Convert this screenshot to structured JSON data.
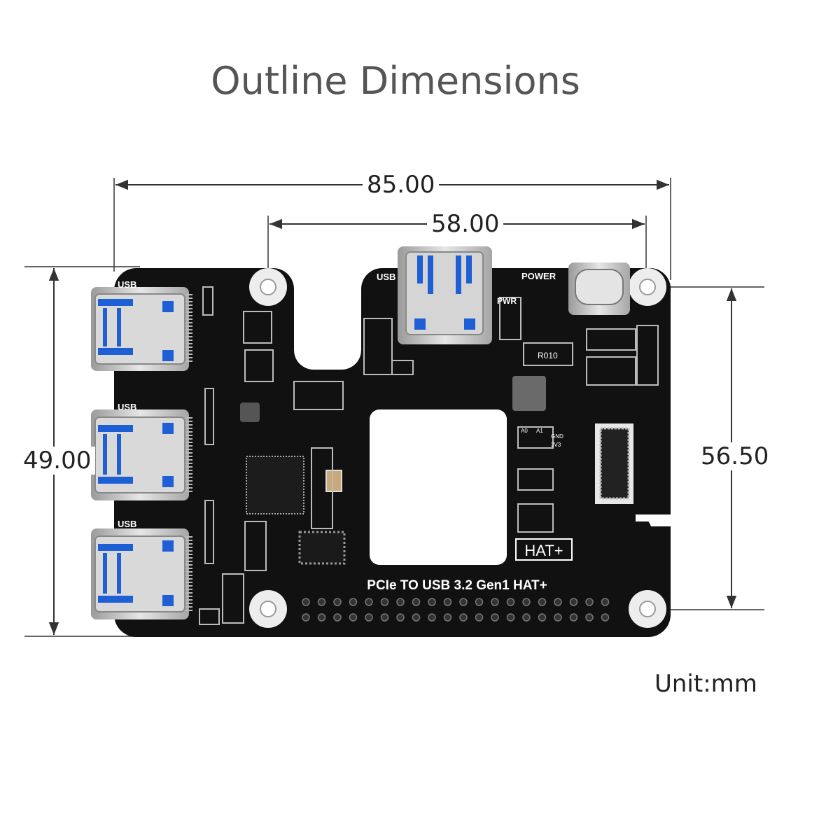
{
  "title": "Outline Dimensions",
  "dimensions": {
    "overall_width": "85.00",
    "hole_spacing_x": "58.00",
    "overall_height": "49.00",
    "hole_spacing_y": "56.50"
  },
  "unit": "Unit:mm",
  "board": {
    "name": "PCIe TO USB 3.2 Gen1 HAT+",
    "badge": "HAT+",
    "port_label": "USB",
    "power_label": "POWER",
    "pwr_led_label": "PWR",
    "resistor_label": "R010",
    "pin_labels": [
      "A0",
      "A1",
      "GND",
      "3V3"
    ]
  },
  "colors": {
    "board": "#111111",
    "connector_blue": "#1f5fd6",
    "metal": "#c8c8c8",
    "dimension_lines": "#333333"
  }
}
